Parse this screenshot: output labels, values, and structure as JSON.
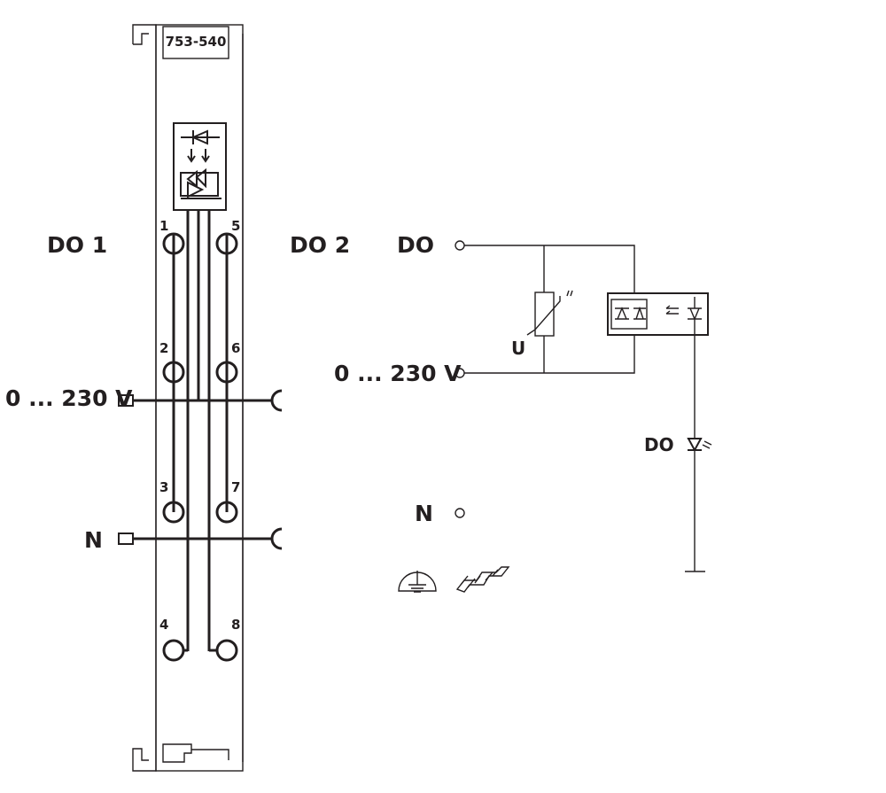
{
  "module": {
    "part_number": "753-540"
  },
  "channels": {
    "left": "DO 1",
    "right": "DO 2"
  },
  "pins": [
    "1",
    "2",
    "3",
    "4",
    "5",
    "6",
    "7",
    "8"
  ],
  "potentials": {
    "supply": "0 ... 230 V",
    "neutral": "N"
  },
  "schematic": {
    "output_label": "DO",
    "supply_label": "0 ... 230 V",
    "varistor_label": "U",
    "led_label": "DO",
    "neutral_label": "N"
  },
  "icons": [
    "ground-icon",
    "din-rail-icon",
    "varistor-icon",
    "optotriac-icon",
    "status-led-icon"
  ]
}
